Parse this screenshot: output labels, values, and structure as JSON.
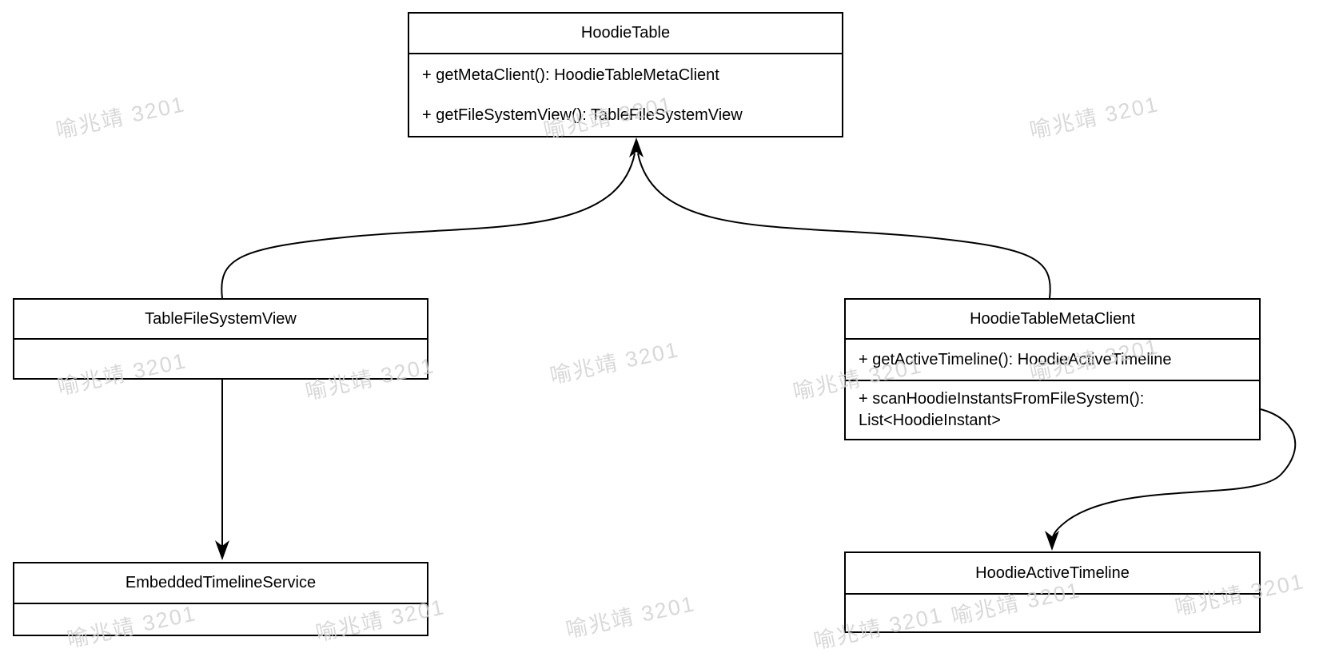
{
  "diagram": {
    "type": "uml-class-diagram",
    "classes": {
      "hoodie_table": {
        "title": "HoodieTable",
        "method1": "+ getMetaClient(): HoodieTableMetaClient",
        "method2": "+ getFileSystemView(): TableFileSystemView"
      },
      "table_file_system_view": {
        "title": "TableFileSystemView"
      },
      "hoodie_table_meta_client": {
        "title": "HoodieTableMetaClient",
        "method1": "+ getActiveTimeline(): HoodieActiveTimeline",
        "method2_line1": "+ scanHoodieInstantsFromFileSystem():",
        "method2_line2": "List<HoodieInstant>"
      },
      "embedded_timeline_service": {
        "title": "EmbeddedTimelineService"
      },
      "hoodie_active_timeline": {
        "title": "HoodieActiveTimeline"
      }
    },
    "relations": [
      "TableFileSystemView -> HoodieTable",
      "HoodieTableMetaClient -> HoodieTable",
      "TableFileSystemView -> EmbeddedTimelineService",
      "HoodieTableMetaClient -> HoodieActiveTimeline"
    ],
    "colors": {
      "line": "#000000",
      "box_fill": "#ffffff",
      "watermark": "#d2d2d2"
    },
    "watermark": {
      "text": "喻兆靖 3201"
    }
  }
}
